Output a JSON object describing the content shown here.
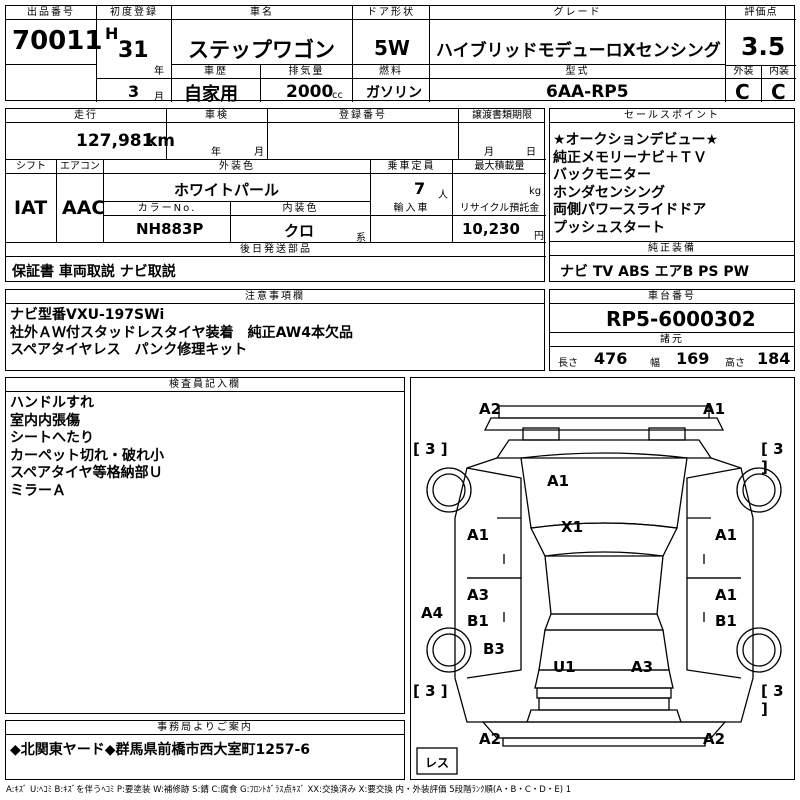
{
  "header": {
    "lot_label": "出品番号",
    "lot_number": "70011",
    "first_reg_label": "初度登録",
    "era": "H",
    "reg_year": "31",
    "year_unit": "年",
    "reg_month": "3",
    "month_unit": "月",
    "car_name_label": "車名",
    "car_name": "ステップワゴン",
    "history_label": "車歴",
    "history": "自家用",
    "door_label": "ドア形状",
    "door": "5W",
    "displacement_label": "排気量",
    "displacement": "2000",
    "displacement_unit": "cc",
    "fuel_label": "燃料",
    "fuel": "ガソリン",
    "grade_label": "グレード",
    "grade": "ハイブリッドモデューロXセンシング",
    "model_label": "型式",
    "model": "6AA-RP5",
    "score_label": "評価点",
    "score": "3.5",
    "exterior_label": "外装",
    "exterior": "C",
    "interior_label": "内装",
    "interior": "C"
  },
  "row2": {
    "mileage_label": "走行",
    "mileage": "127,981",
    "mileage_unit": "km",
    "inspection_label": "車検",
    "insp_year_unit": "年",
    "insp_month_unit": "月",
    "reg_number_label": "登録番号",
    "transfer_label": "譲渡書類期限",
    "transfer_month_unit": "月",
    "transfer_day_unit": "日",
    "shift_label": "シフト",
    "shift": "IAT",
    "ac_label": "エアコン",
    "ac": "AAC",
    "color_label": "外装色",
    "color": "ホワイトパール",
    "color_no_label": "カラーNo.",
    "color_no": "NH883P",
    "capacity_label": "乗車定員",
    "capacity": "7",
    "capacity_unit": "人",
    "load_label": "最大積載量",
    "load_unit": "kg",
    "interior_color_label": "内装色",
    "interior_color": "クロ",
    "interior_color_unit": "系",
    "import_label": "輸入車",
    "recycle_label": "リサイクル預託金",
    "recycle": "10,230",
    "recycle_unit": "円",
    "later_parts_label": "後日発送部品",
    "later_parts": "保証書 車両取説 ナビ取説"
  },
  "sales_points": {
    "label": "セールスポイント",
    "items": [
      "★オークションデビュー★",
      "純正メモリーナビ＋ＴＶ",
      "バックモニター",
      "ホンダセンシング",
      "両側パワースライドドア",
      "プッシュスタート"
    ]
  },
  "equipment": {
    "label": "純正装備",
    "text": "ナビ TV ABS エアB PS PW"
  },
  "notes": {
    "label": "注意事項欄",
    "items": [
      "ナビ型番VXU-197SWi",
      "社外ＡＷ付スタッドレスタイヤ装着　純正AW4本欠品",
      "スペアタイヤレス　パンク修理キット"
    ]
  },
  "chassis": {
    "label": "車台番号",
    "number": "RP5-6000302",
    "spec_label": "諸元",
    "length_label": "長さ",
    "length": "476",
    "width_label": "幅",
    "width": "169",
    "height_label": "高さ",
    "height": "184"
  },
  "inspector": {
    "label": "検査員記入欄",
    "items": [
      "ハンドルすれ",
      "室内内張傷",
      "シートへたり",
      "カーペット切れ・破れ小",
      "スペアタイヤ等格納部Ｕ",
      "ミラーＡ"
    ]
  },
  "diagram": {
    "marks": {
      "front_left": "A2",
      "front_right": "A1",
      "hood": "A1",
      "windshield": "X1",
      "left_front_door": "A1",
      "right_front_door": "A1",
      "left_rear_door_a": "A3",
      "left_rear_door_b": "B1",
      "right_rear_door_a": "A1",
      "right_rear_door_b": "B1",
      "left_side": "A4",
      "left_rear_quarter": "B3",
      "roof_rear": "U1",
      "rear_right": "A3",
      "rear_left": "A2",
      "rear_right_corner": "A2"
    },
    "tire_fl": "3",
    "tire_fr": "3",
    "tire_rl": "3",
    "tire_rr": "3",
    "spare": "レス"
  },
  "office": {
    "label": "事務局よりご案内",
    "text": "◆北関東ヤード◆群馬県前橋市西大室町1257-6"
  },
  "legend": "A:ｷｽﾞ U:ﾍｺﾐ B:ｷｽﾞを伴うﾍｺﾐ P:要塗装 W:補修跡 S:錆 C:腐食 G:ﾌﾛﾝﾄｶﾞﾗｽ点ｷｽﾞ XX:交換済み X:要交換 内・外装評価 5段階ﾗﾝｸ順(A・B・C・D・E) 1"
}
